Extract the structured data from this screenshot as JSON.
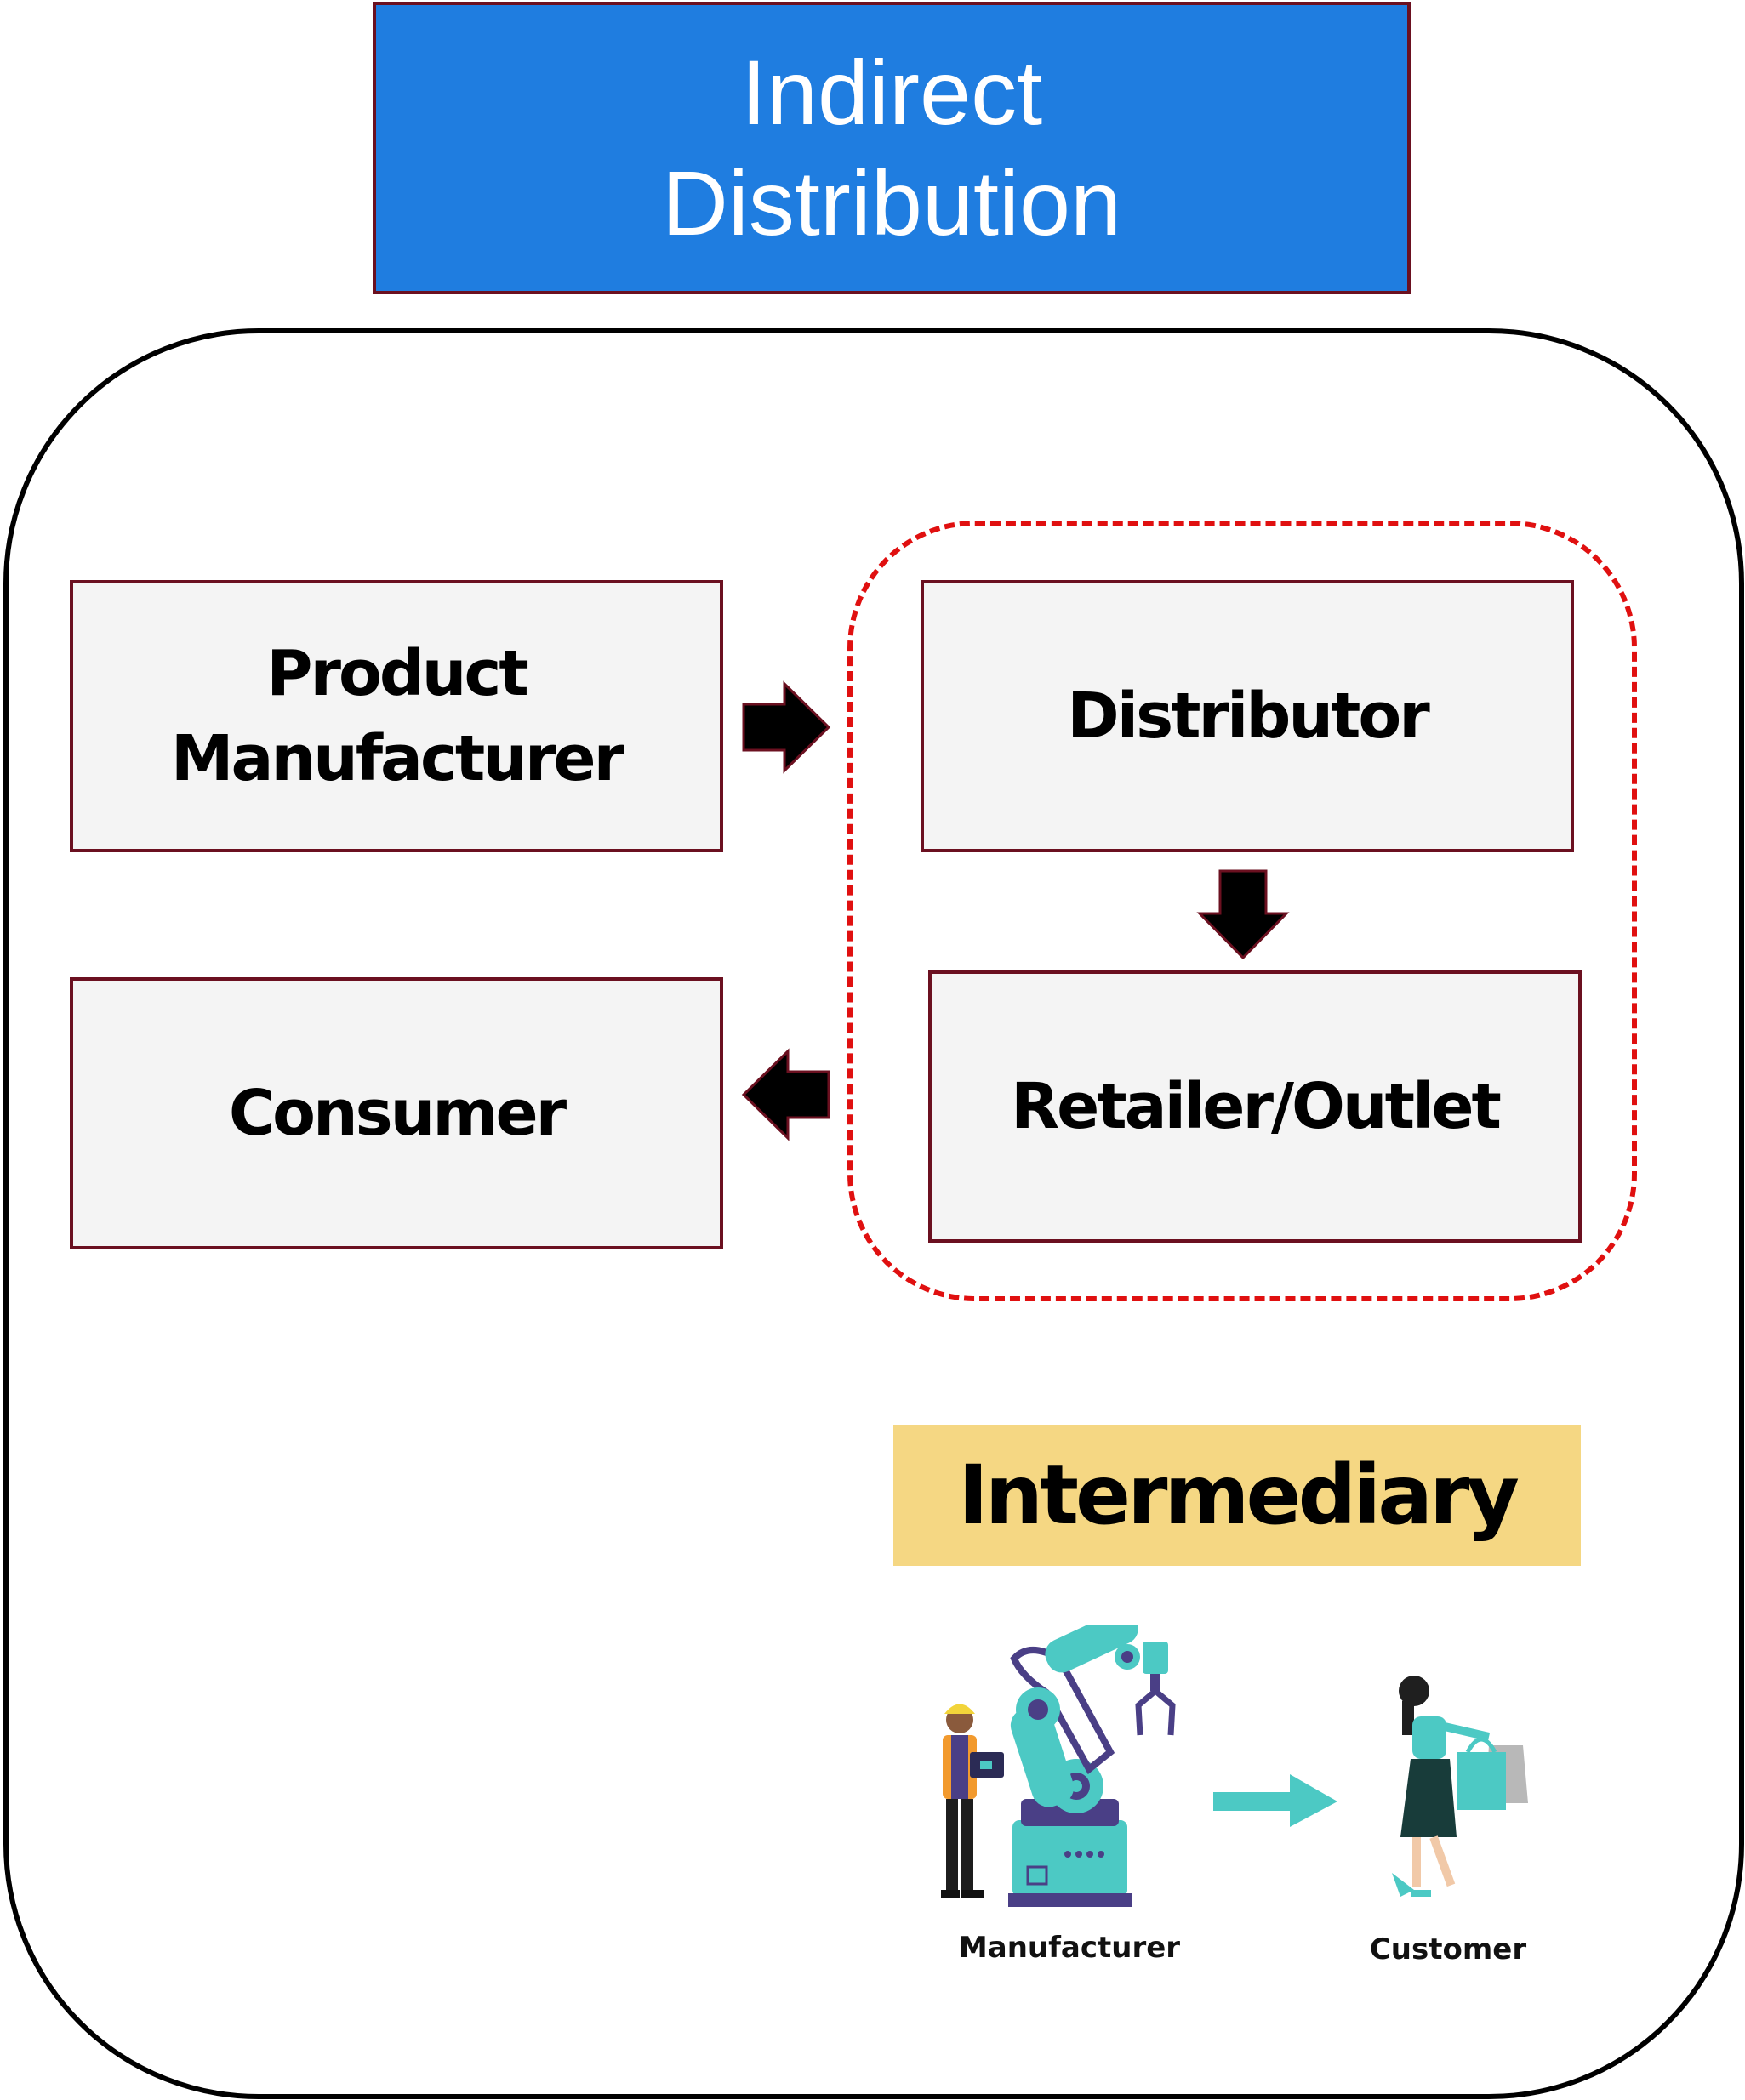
{
  "title": {
    "line1": "Indirect",
    "line2": "Distribution"
  },
  "nodes": {
    "product_manufacturer": {
      "line1": "Product",
      "line2": "Manufacturer"
    },
    "distributor": "Distributor",
    "retailer": "Retailer/Outlet",
    "consumer": "Consumer"
  },
  "intermediary_label": "Intermediary",
  "illustration": {
    "manufacturer_label": "Manufacturer",
    "customer_label": "Customer"
  },
  "colors": {
    "title_bg": "#1f7de0",
    "node_border": "#6b1020",
    "group_dashed": "#e01010",
    "badge_bg": "#f5d783",
    "illus_teal": "#4cc9c4",
    "illus_purple": "#4a3f86"
  }
}
